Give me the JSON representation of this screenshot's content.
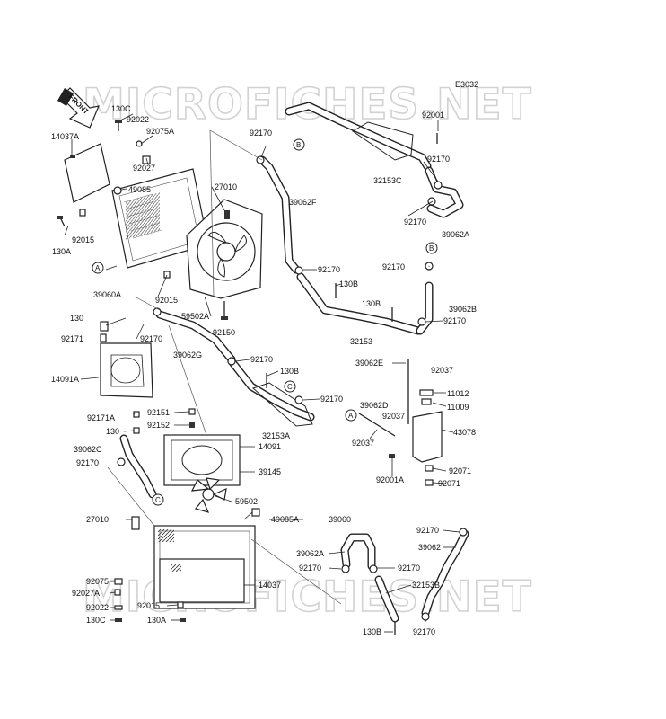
{
  "diagram_code": "E3032",
  "watermark_text": "MICROFICHES.NET",
  "front_arrow_text": "FRONT",
  "refs": {
    "A": "A",
    "B": "B",
    "C": "C"
  },
  "labels": {
    "l130C_top": "130C",
    "l92022_top": "92022",
    "l92075A": "92075A",
    "l92027": "92027",
    "l14037A": "14037A",
    "l49085": "49085",
    "l27010_top": "27010",
    "l92015_left": "92015",
    "l130A_left": "130A",
    "l39060A": "39060A",
    "l92015_mid": "92015",
    "l59502A": "59502A",
    "l92150": "92150",
    "l92170_a": "92170",
    "l39062F": "39062F",
    "l92001": "92001",
    "l92170_b": "92170",
    "l32153C": "32153C",
    "l92170_c": "92170",
    "l39062A_top": "39062A",
    "l92170_d": "92170",
    "l92170_e": "92170",
    "l130B_a": "130B",
    "l130B_b": "130B",
    "l39062B": "39062B",
    "l92170_f": "92170",
    "l32153": "32153",
    "l130": "130",
    "l92171": "92171",
    "l92170_g": "92170",
    "l39062G": "39062G",
    "l92170_h": "92170",
    "l130B_c": "130B",
    "l14091A": "14091A",
    "l92170_i": "92170",
    "l39062E": "39062E",
    "l92037_a": "92037",
    "l11012": "11012",
    "l11009": "11009",
    "l32153A": "32153A",
    "l39062D": "39062D",
    "l92037_b": "92037",
    "l43078": "43078",
    "l92037_c": "92037",
    "l92151": "92151",
    "l92171A": "92171A",
    "l92152": "92152",
    "l130_b": "130",
    "l14091": "14091",
    "l39062C": "39062C",
    "l92170_j": "92170",
    "l39145": "39145",
    "l92071_a": "92071",
    "l92001A": "92001A",
    "l92071_b": "92071",
    "l59502": "59502",
    "l27010_bot": "27010",
    "l49085A": "49085A",
    "l39060": "39060",
    "l92170_k": "92170",
    "l39062": "39062",
    "l39062A_bot": "39062A",
    "l92170_l": "92170",
    "l92170_m": "92170",
    "l92075": "92075",
    "l92027A": "92027A",
    "l14037": "14037",
    "l32153B": "32153B",
    "l92022_bot": "92022",
    "l92015_bot": "92015",
    "l130C_bot": "130C",
    "l130A_bot": "130A",
    "l130B_d": "130B",
    "l92170_n": "92170"
  }
}
